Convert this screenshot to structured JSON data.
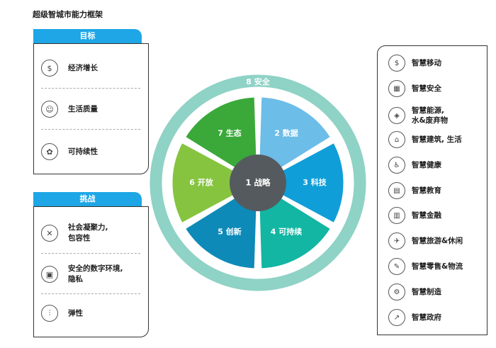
{
  "title": "超级智城市能力框架",
  "goals": {
    "tab": "目标",
    "items": [
      {
        "icon": "coins-icon",
        "glyph": "$",
        "label": "经济增长"
      },
      {
        "icon": "person-icon",
        "glyph": "☺",
        "label": "生活质量"
      },
      {
        "icon": "gear-icon",
        "glyph": "✿",
        "label": "可持续性"
      }
    ]
  },
  "challenges": {
    "tab": "挑战",
    "items": [
      {
        "icon": "arrows-inward-icon",
        "glyph": "✕",
        "label": "社会凝聚力,",
        "label2": "包容性"
      },
      {
        "icon": "security-chip-icon",
        "glyph": "▣",
        "label": "安全的数字环境,",
        "label2": "隐私"
      },
      {
        "icon": "sliders-icon",
        "glyph": "⫶",
        "label": "弹性"
      }
    ]
  },
  "wheel": {
    "center": "1 战略",
    "ring": "8 安全",
    "segments": [
      {
        "label": "2 数据",
        "color": "#6cbde8"
      },
      {
        "label": "3 科技",
        "color": "#109ed8"
      },
      {
        "label": "4 可持续",
        "color": "#12b6a2"
      },
      {
        "label": "5 创新",
        "color": "#0d8ab8"
      },
      {
        "label": "6 开放",
        "color": "#86c440"
      },
      {
        "label": "7 生态",
        "color": "#3aa93a"
      }
    ],
    "ring_color": "#8fd2c6",
    "center_color": "#555a5e"
  },
  "smart_items": [
    {
      "icon": "mobile-money-icon",
      "glyph": "$",
      "label": "智慧移动"
    },
    {
      "icon": "chip-icon",
      "glyph": "▦",
      "label": "智慧安全"
    },
    {
      "icon": "cube-icon",
      "glyph": "◈",
      "label": "智慧能源,",
      "label2": "水&废弃物"
    },
    {
      "icon": "buildings-icon",
      "glyph": "⌂",
      "label": "智慧建筑, 生活"
    },
    {
      "icon": "accessibility-icon",
      "glyph": "♿",
      "label": "智慧健康"
    },
    {
      "icon": "book-icon",
      "glyph": "▤",
      "label": "智慧教育"
    },
    {
      "icon": "finance-icon",
      "glyph": "▥",
      "label": "智慧金融"
    },
    {
      "icon": "airplane-icon",
      "glyph": "✈",
      "label": "智慧旅游&休闲"
    },
    {
      "icon": "receipt-icon",
      "glyph": "✎",
      "label": "智慧零售&物流"
    },
    {
      "icon": "gears-icon",
      "glyph": "⚙",
      "label": "智慧制造"
    },
    {
      "icon": "chart-up-icon",
      "glyph": "↗",
      "label": "智慧政府"
    }
  ]
}
